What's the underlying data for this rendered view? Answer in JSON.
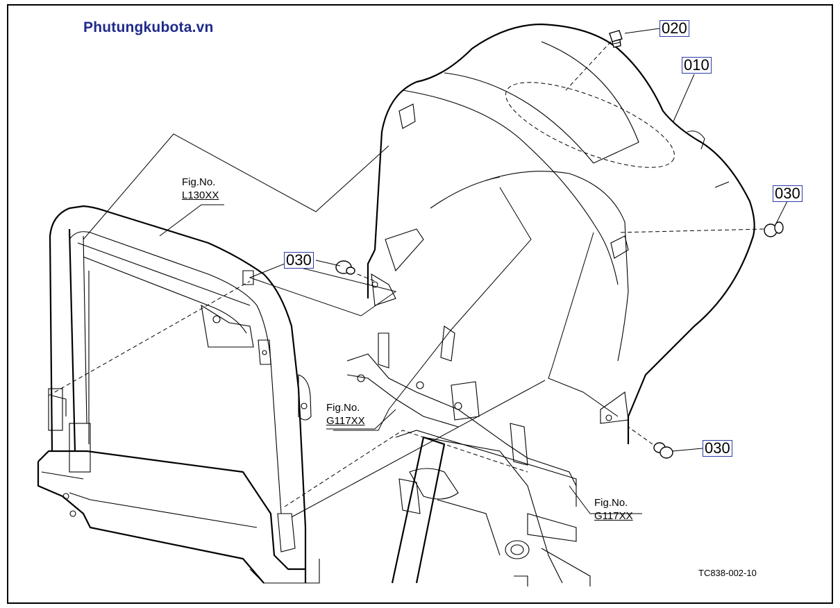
{
  "watermark": "Phutungkubota.vn",
  "drawing_code": "TC838-002-10",
  "parts": [
    {
      "id": "020",
      "label": "020"
    },
    {
      "id": "010",
      "label": "010"
    },
    {
      "id": "030a",
      "label": "030"
    },
    {
      "id": "030b",
      "label": "030"
    },
    {
      "id": "030c",
      "label": "030"
    }
  ],
  "figure_refs": [
    {
      "prefix": "Fig.No.",
      "number": "L130XX"
    },
    {
      "prefix": "Fig.No.",
      "number": "G117XX"
    },
    {
      "prefix": "Fig.No.",
      "number": "G117XX"
    }
  ],
  "colors": {
    "watermark": "#1f2a8a",
    "label_border": "#2b3aa8",
    "line": "#000000"
  }
}
